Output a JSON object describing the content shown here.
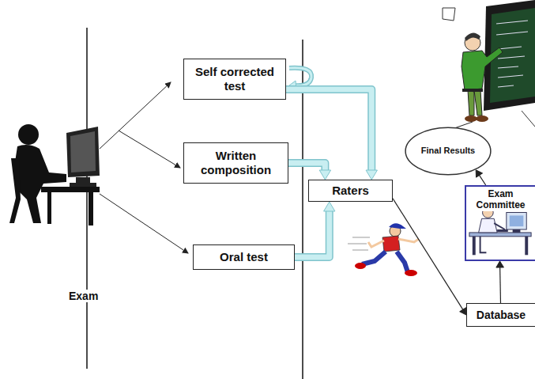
{
  "diagram": {
    "nodes": [
      {
        "text": [
          "Self corrected test"
        ]
      },
      {
        "text": [
          "Written composition"
        ]
      },
      {
        "text": [
          "Oral test"
        ]
      },
      {
        "text": [
          "Raters"
        ]
      },
      {
        "text": [
          "Final Results"
        ]
      },
      {
        "text": [
          "Exam Committee"
        ]
      },
      {
        "text": [
          "Database"
        ]
      }
    ],
    "edges": [
      {
        "from": 0,
        "to": 3,
        "arrow": "to"
      },
      {
        "from": 1,
        "to": 3,
        "arrow": "to"
      },
      {
        "from": 2,
        "to": 3,
        "arrow": "to"
      },
      {
        "from": 3,
        "to": 6,
        "arrow": "to"
      },
      {
        "from": 6,
        "to": 5,
        "arrow": "to"
      },
      {
        "from": 5,
        "to": 4,
        "arrow": "to"
      }
    ],
    "labels": [
      "Exam"
    ]
  }
}
